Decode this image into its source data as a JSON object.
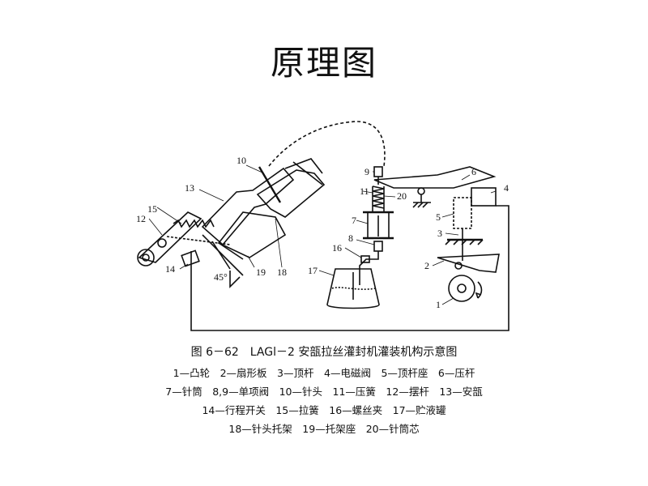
{
  "slide": {
    "title": "原理图"
  },
  "figure": {
    "caption": "图 6－62　LAGl－2 安瓿拉丝灌封机灌装机构示意图",
    "angle_label": "45°",
    "part_numbers": [
      "1",
      "2",
      "3",
      "4",
      "5",
      "6",
      "7",
      "8",
      "9",
      "10",
      "11",
      "12",
      "13",
      "14",
      "15",
      "16",
      "17",
      "18",
      "19",
      "20"
    ],
    "legend_lines": [
      "1—凸轮　2—扇形板　3—顶杆　4—电磁阀　5—顶杆座　6—压杆",
      "7—针筒　8,9—单项阀　10—针头　11—压簧　12—摆杆　13—安瓿",
      "14—行程开关　15—拉簧　16—螺丝夹　17—贮液罐",
      "18—针头托架　19—托架座　20—针筒芯"
    ]
  }
}
